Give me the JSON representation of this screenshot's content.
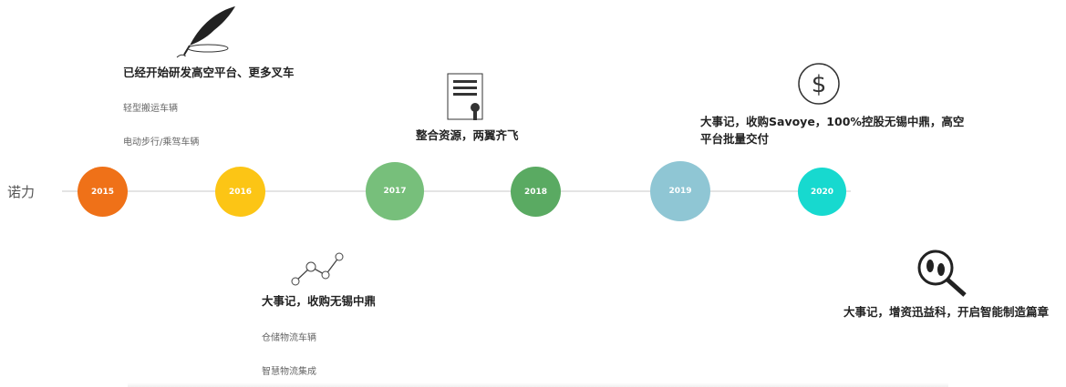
{
  "brand": "诺力",
  "colors": {
    "2015": "#ef7118",
    "2016": "#fcc515",
    "2017": "#77bf7b",
    "2018": "#5aaa62",
    "2019": "#8fc6d4",
    "2020": "#17d9cf"
  },
  "years": [
    "2015",
    "2016",
    "2017",
    "2018",
    "2019",
    "2020"
  ],
  "events": [
    {
      "icon": "quill-pen-icon",
      "title": "已经开始研发高空平台、更多叉车",
      "items": [
        "轻型搬运车辆",
        "电动步行/乘驾车辆"
      ]
    },
    {
      "icon": "certificate-icon",
      "title": "整合资源，两翼齐飞"
    },
    {
      "icon": "dollar-icon",
      "title": "大事记，收购Savoye，100%控股无锡中鼎，高空平台批量交付"
    },
    {
      "icon": "line-chart-icon",
      "title": "大事记，收购无锡中鼎",
      "items": [
        "仓储物流车辆",
        "智慧物流集成"
      ]
    },
    {
      "icon": "magnifier-footprints-icon",
      "title": "大事记，增资迅益科，开启智能制造篇章"
    }
  ]
}
